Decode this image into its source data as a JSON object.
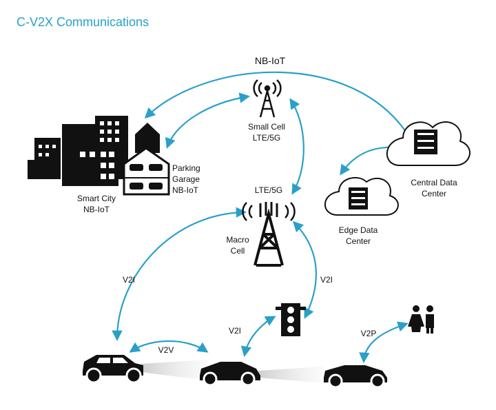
{
  "title": "C-V2X Communications",
  "colors": {
    "accent": "#2aa0c8",
    "ink": "#111111"
  },
  "labels": {
    "nb_iot": "NB-IoT",
    "small_cell": [
      "Small Cell",
      "LTE/5G"
    ],
    "parking_garage": [
      "Parking",
      "Garage",
      "NB-IoT"
    ],
    "smart_city": [
      "Smart City",
      "NB-IoT"
    ],
    "lte5g": "LTE/5G",
    "macro_cell": [
      "Macro",
      "Cell"
    ],
    "central_data_center": [
      "Central Data",
      "Center"
    ],
    "edge_data_center": [
      "Edge Data",
      "Center"
    ],
    "v2i_left": "V2I",
    "v2i_right": "V2I",
    "v2i_center": "V2I",
    "v2v": "V2V",
    "v2p": "V2P"
  },
  "icons": [
    "buildings-icon",
    "parking-garage-icon",
    "small-cell-tower-icon",
    "macro-cell-tower-icon",
    "cloud-icon",
    "server-icon",
    "traffic-light-icon",
    "pedestrians-icon",
    "suv-icon",
    "sedan-icon",
    "sports-car-icon"
  ]
}
